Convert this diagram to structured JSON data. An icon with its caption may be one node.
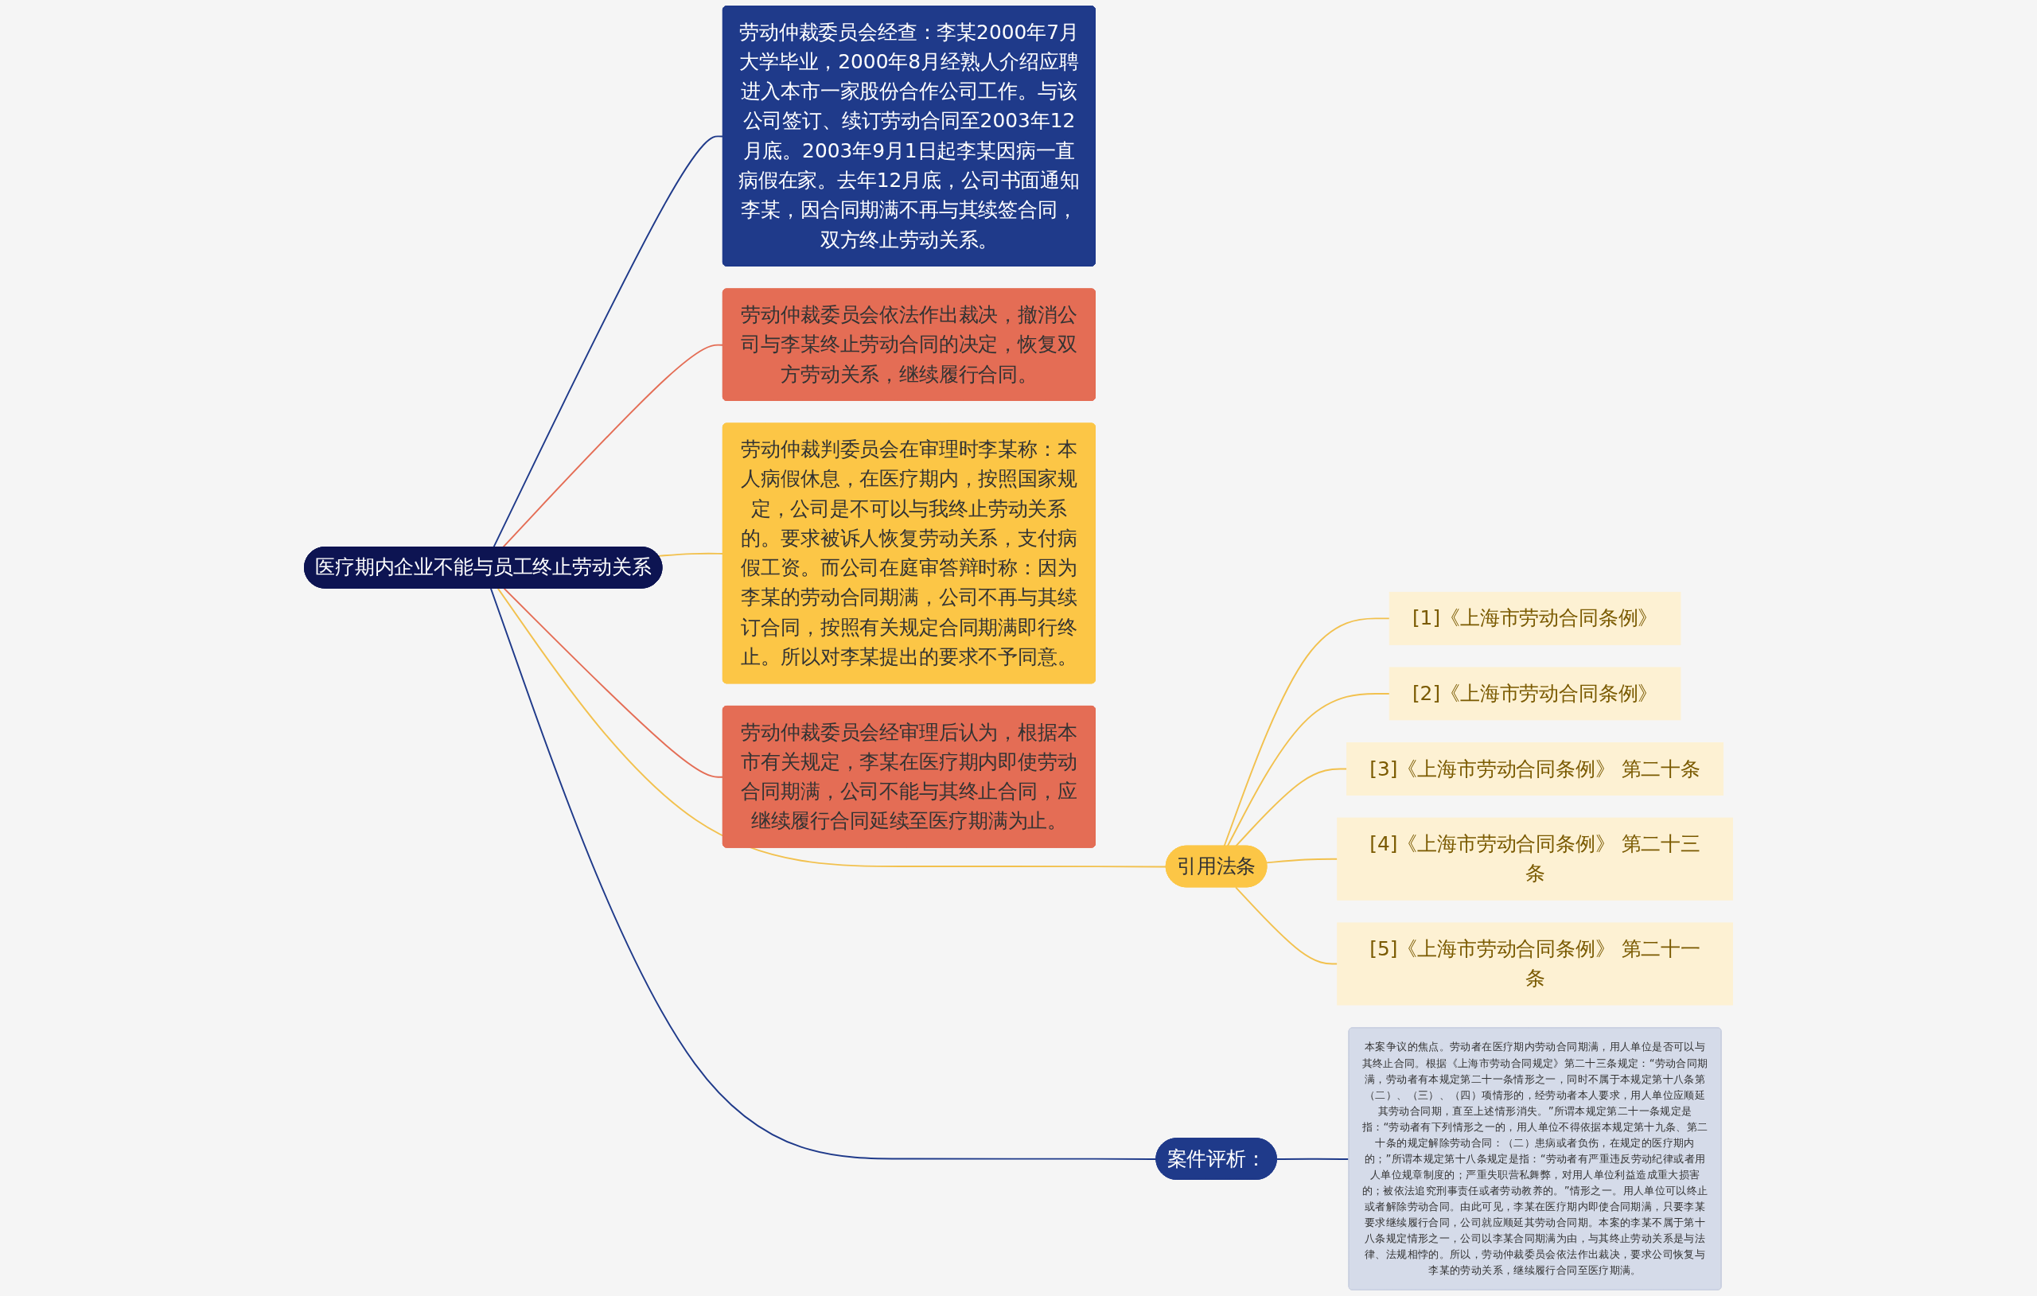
{
  "diagram": {
    "nodes": [
      {
        "text": [
          "医疗期内企业不能与员工终止劳动关系"
        ]
      },
      {
        "text": [
          "劳动仲裁委员会经查：李某2000年7月大学毕业，2000年8月经熟人介绍应聘进入本市一家股份合作公司工作。与该公司签订、续订劳动合同至2003年12月底。2003年9月1日起李某因病一直病假在家。去年12月底，公司书面通知李某，因合同期满不再与其续签合同，双方终止劳动关系。"
        ]
      },
      {
        "text": [
          "劳动仲裁委员会依法作出裁决，撤消公司与李某终止劳动合同的决定，恢复双方劳动关系，继续履行合同。"
        ]
      },
      {
        "text": [
          "引用法条"
        ]
      },
      {
        "text": [
          "[1]《上海市劳动合同条例》"
        ]
      },
      {
        "text": [
          "[2]《上海市劳动合同条例》"
        ]
      },
      {
        "text": [
          "[3]《上海市劳动合同条例》 第二十条"
        ]
      },
      {
        "text": [
          "[4]《上海市劳动合同条例》 第二十三条"
        ]
      },
      {
        "text": [
          "[5]《上海市劳动合同条例》 第二十一条"
        ]
      },
      {
        "text": [
          "劳动仲裁判委员会在审理时李某称：本人病假休息，在医疗期内，按照国家规定，公司是不可以与我终止劳动关系的。要求被诉人恢复劳动关系，支付病假工资。而公司在庭审答辩时称：因为李某的劳动合同期满，公司不再与其续订合同，按照有关规定合同期满即行终止。所以对李某提出的要求不予同意。"
        ]
      },
      {
        "text": [
          "劳动仲裁委员会经审理后认为，根据本市有关规定，李某在医疗期内即使劳动合同期满，公司不能与其终止合同，应继续履行合同延续至医疗期满为止。"
        ]
      },
      {
        "text": [
          "案件评析："
        ]
      },
      {
        "text": [
          "本案争议的焦点。劳动者在医疗期内劳动合同期满，用人单位是否可以与其终止合同。根据《上海市劳动合同规定》第二十三条规定：“劳动合同期满，劳动者有本规定第二十一条情形之一，同时不属于本规定第十八条第（二）、（三）、（四）项情形的，经劳动者本人要求，用人单位应顺延其劳动合同期，直至上述情形消失。”所谓本规定第二十一条规定是指：“劳动者有下列情形之一的，用人单位不得依据本规定第十九条、第二十条的规定解除劳动合同：（二）患病或者负伤，在规定的医疗期内的；”所谓本规定第十八条规定是指：“劳动者有严重违反劳动纪律或者用人单位规章制度的；严重失职营私舞弊，对用人单位利益造成重大损害的；被依法追究刑事责任或者劳动教养的。”情形之一。用人单位可以终止或者解除劳动合同。由此可见，李某在医疗期内即使合同期满，只要李某要求继续履行合同，公司就应顺延其劳动合同期。本案的李某不属于第十八条规定情形之一，公司以李某合同期满为由，与其终止劳动关系是与法律、法规相悖的。所以，劳动仲裁委员会依法作出裁决，要求公司恢复与李某的劳动关系，继续履行合同至医疗期满。"
        ]
      }
    ],
    "edges": [
      {
        "from": 0,
        "to": 1,
        "arrow": "none",
        "color": "#1f3a8a"
      },
      {
        "from": 0,
        "to": 2,
        "arrow": "none",
        "color": "#e46d55"
      },
      {
        "from": 0,
        "to": 3,
        "arrow": "none"
      },
      {
        "from": 3,
        "to": 4,
        "arrow": "none"
      },
      {
        "from": 3,
        "to": 5,
        "arrow": "none"
      },
      {
        "from": 3,
        "to": 6,
        "arrow": "none"
      },
      {
        "from": 3,
        "to": 7,
        "arrow": "none"
      },
      {
        "from": 3,
        "to": 8,
        "arrow": "none"
      },
      {
        "from": 0,
        "to": 9,
        "arrow": "none"
      },
      {
        "from": 0,
        "to": 10,
        "arrow": "none",
        "color": "#e46d55"
      },
      {
        "from": 0,
        "to": 11,
        "arrow": "none",
        "color": "#1f3a8a"
      },
      {
        "from": 11,
        "to": 12,
        "arrow": "none",
        "color": "#1f3a8a"
      }
    ]
  }
}
